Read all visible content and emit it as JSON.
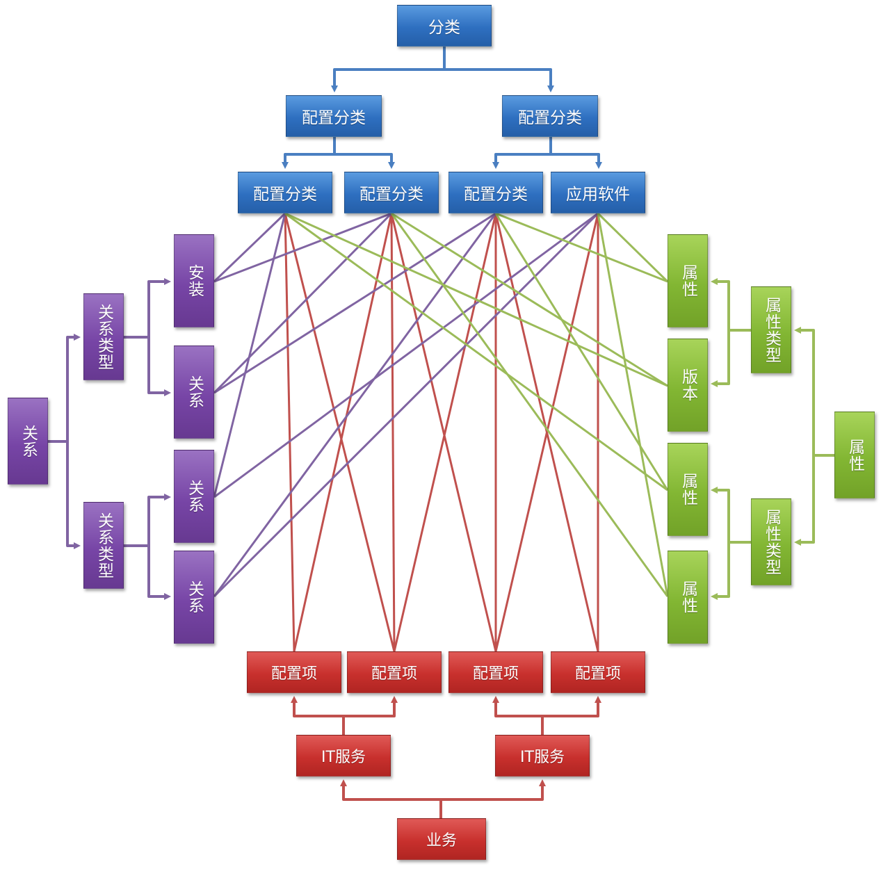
{
  "diagram": {
    "top": {
      "root": "分类",
      "level2": [
        "配置分类",
        "配置分类"
      ],
      "level3": [
        "配置分类",
        "配置分类",
        "配置分类",
        "应用软件"
      ]
    },
    "bottom": {
      "items": [
        "配置项",
        "配置项",
        "配置项",
        "配置项"
      ],
      "services": [
        "IT服务",
        "IT服务"
      ],
      "business": "业务"
    },
    "left": {
      "root": "关系",
      "types": [
        "关系类型",
        "关系类型"
      ],
      "leaves": [
        "安装",
        "关系",
        "关系",
        "关系"
      ]
    },
    "right": {
      "root": "属性",
      "types": [
        "属性类型",
        "属性类型"
      ],
      "leaves": [
        "属性",
        "版本",
        "属性",
        "属性"
      ]
    },
    "colors": {
      "blue_line": "#4a7fc1",
      "red_line": "#c0504d",
      "purple_line": "#8064a2",
      "green_line": "#9bbb59"
    }
  }
}
